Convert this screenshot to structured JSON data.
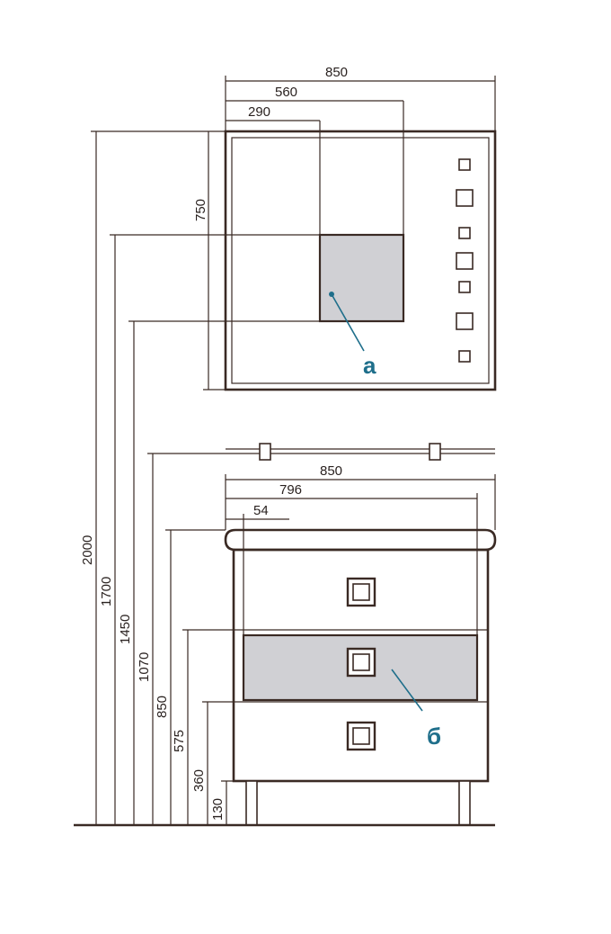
{
  "mirror": {
    "width": "850",
    "dim_560": "560",
    "dim_290": "290",
    "height": "750",
    "callout": "а"
  },
  "cabinet": {
    "width": "850",
    "dim_796": "796",
    "dim_54": "54",
    "callout": "б"
  },
  "heights": {
    "h2000": "2000",
    "h1700": "1700",
    "h1450": "1450",
    "h1070": "1070",
    "h850": "850",
    "h575": "575",
    "h360": "360",
    "h130": "130"
  },
  "colors": {
    "line": "#3a2a24",
    "highlight_panel": "#d0d0d4",
    "callout": "#1f6f8b"
  }
}
